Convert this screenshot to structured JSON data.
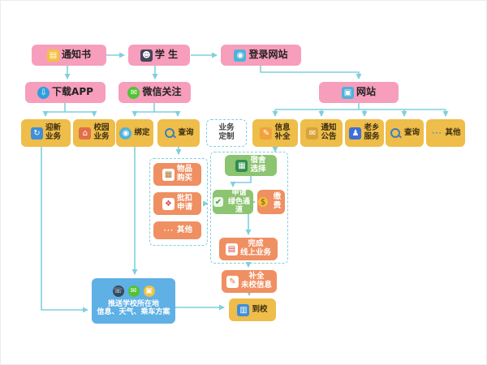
{
  "colors": {
    "box_pink": "#f79ebc",
    "box_yellow": "#eebd4a",
    "box_orange": "#ef8f62",
    "box_green": "#8cc471",
    "box_blue": "#5fb0e5",
    "arrow": "#7fd0de",
    "background": "#ffffff"
  },
  "nodes": {
    "notice": {
      "label": "通知书",
      "icon": "▤"
    },
    "student": {
      "label": "学 生",
      "icon": "☻"
    },
    "login": {
      "label": "登录网站",
      "icon": "◉"
    },
    "app": {
      "label": "下载APP",
      "icon": "⇩"
    },
    "wechat_follow": {
      "label": "微信关注",
      "icon": "✉"
    },
    "website": {
      "label": "网站",
      "icon": "▣"
    },
    "welcome_biz": {
      "label": "迎新\n业务",
      "icon": "↻"
    },
    "campus_biz": {
      "label": "校园\n业务",
      "icon": "⌂"
    },
    "bind": {
      "label": "绑定",
      "icon": "◉"
    },
    "query_wechat": {
      "label": "查询"
    },
    "biz_custom": {
      "label": "业务\n定制"
    },
    "info_complete": {
      "label": "信息\n补全",
      "icon": "✎"
    },
    "announce": {
      "label": "通知\n公告",
      "icon": "✉"
    },
    "hometown_service": {
      "label": "老乡\n服务",
      "icon": "♟"
    },
    "query_web": {
      "label": "查询"
    },
    "other_web": {
      "label": "其他",
      "icon": "⋯"
    },
    "goods_buy": {
      "label": "物品\n购买",
      "icon": "▦"
    },
    "batch_deduct": {
      "label": "批扣\n申请",
      "icon": "❖"
    },
    "other_custom": {
      "label": "其他",
      "icon": "⋯"
    },
    "dorm_select": {
      "label": "宿舍\n选择",
      "icon": "▦"
    },
    "green_channel": {
      "label": "申请\n绿色通道",
      "icon": "✔"
    },
    "pay": {
      "label": "缴费",
      "icon": "$"
    },
    "online_done": {
      "label": "完成\n线上业务",
      "icon": "▤"
    },
    "fix_info": {
      "label": "补全\n未校信息",
      "icon": "✎"
    },
    "arrive": {
      "label": "到校",
      "icon": "▥"
    },
    "push_info": {
      "label": "推送学校所在地\n信息、天气、乘车方案",
      "icons": [
        "☏",
        "✉",
        "▣"
      ]
    }
  },
  "edges": [
    "notice>student",
    "student>login",
    "notice>app",
    "student>wechat_follow",
    "login>website",
    "app>welcome_biz",
    "app>campus_biz",
    "wechat_follow>bind",
    "wechat_follow>query_wechat",
    "website>info_complete",
    "website>announce",
    "website>hometown_service",
    "website>query_web",
    "website>other_web",
    "bind>push_info",
    "welcome_biz>push_info",
    "query_wechat>custom_group",
    "custom_group>online_group",
    "info_complete>dorm_select",
    "dorm_select>green_channel",
    "green_channel>pay",
    "green_channel>online_done",
    "online_done>fix_info",
    "fix_info>arrive",
    "push_info>arrive"
  ]
}
